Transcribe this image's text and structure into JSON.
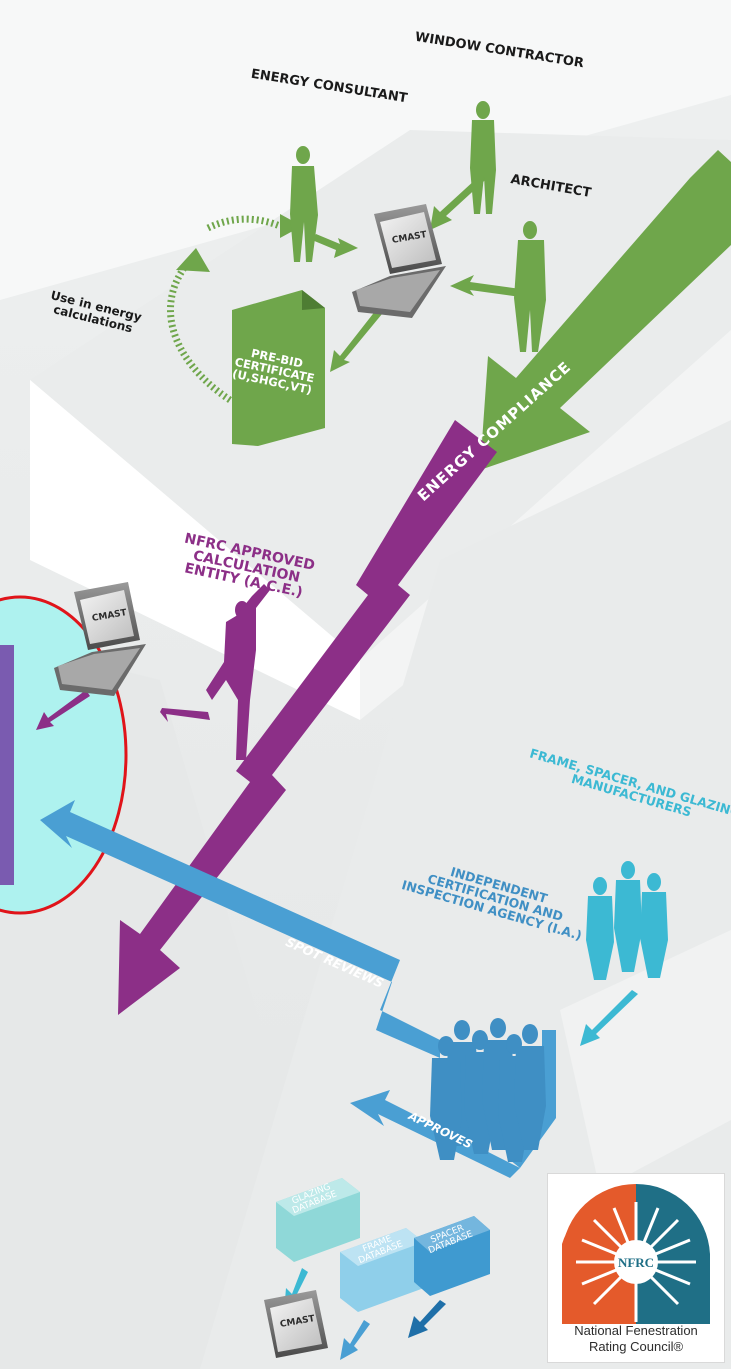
{
  "labels": {
    "window_contractor": "WINDOW CONTRACTOR",
    "energy_consultant": "ENERGY CONSULTANT",
    "architect": "ARCHITECT",
    "use_in_energy_line1": "Use in energy",
    "use_in_energy_line2": "calculations",
    "certificate_line1": "PRE-BID",
    "certificate_line2": "CERTIFICATE",
    "certificate_line3": "(U,SHGC,VT)",
    "energy_compliance": "ENERGY COMPLIANCE",
    "ace_line1": "NFRC APPROVED",
    "ace_line2": "CALCULATION",
    "ace_line3": "ENTITY (A.C.E.)",
    "manufacturers_line1": "FRAME, SPACER, AND GLAZING",
    "manufacturers_line2": "MANUFACTURERS",
    "ia_line1": "INDEPENDENT",
    "ia_line2": "CERTIFICATION AND",
    "ia_line3": "INSPECTION AGENCY (I.A.)",
    "spot_reviews": "SPOT REVIEWS",
    "approves": "APPROVES",
    "glazing_db_line1": "GLAZING",
    "glazing_db_line2": "DATABASE",
    "frame_db_line1": "FRAME",
    "frame_db_line2": "DATABASE",
    "spacer_db_line1": "SPACER",
    "spacer_db_line2": "DATABASE",
    "cmast_top": "CMAST",
    "cmast_middle": "CMAST",
    "cmast_bottom": "CMAST"
  },
  "logo": {
    "mark": "NFRC",
    "name_line1": "National Fenestration",
    "name_line2": "Rating Council®"
  },
  "colors": {
    "green": "#6fa64b",
    "purple": "#8c2f87",
    "blue": "#3f8fc4",
    "teal": "#3cb9d3",
    "highlight": "#aef2ef",
    "ring": "#e0141a",
    "logo_orange": "#e45a2b",
    "logo_teal": "#1f6f86"
  }
}
